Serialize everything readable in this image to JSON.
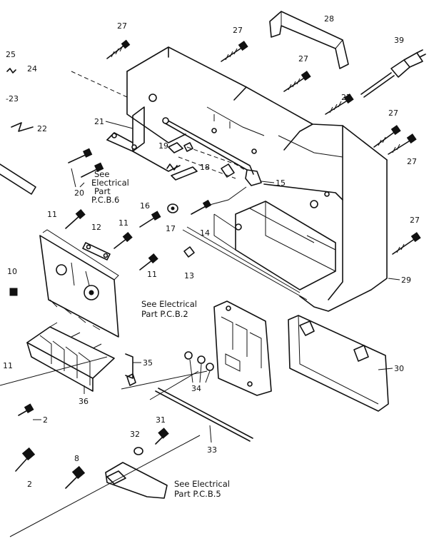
{
  "labels": {
    "p2a": "2",
    "p2b": "2",
    "p8": "8",
    "p10": "10",
    "p11a": "11",
    "p11b": "11",
    "p11c": "11",
    "p11d": "11",
    "p12": "12",
    "p13": "13",
    "p14": "14",
    "p15": "15",
    "p16": "16",
    "p17": "17",
    "p18": "18",
    "p19": "19",
    "p20": "20",
    "p21": "21",
    "p22": "22",
    "p23": "-23",
    "p24": "24",
    "p25": "25",
    "p27a": "27",
    "p27b": "27",
    "p27c": "27",
    "p27d": "27",
    "p27e": "27",
    "p27f": "27",
    "p27g": "27",
    "p28": "28",
    "p29": "29",
    "p30": "30",
    "p31": "31",
    "p32": "32",
    "p33": "33",
    "p34": "34",
    "p35": "35",
    "p36": "36",
    "p39": "39"
  },
  "notes": {
    "pcb6_line1": "See",
    "pcb6_line2": "Electrical",
    "pcb6_line3": "Part",
    "pcb6_line4": "P.C.B.6",
    "pcb2_line1": "See Electrical",
    "pcb2_line2": "Part  P.C.B.2",
    "pcb5_line1": "See Electrical",
    "pcb5_line2": "Part  P.C.B.5"
  }
}
